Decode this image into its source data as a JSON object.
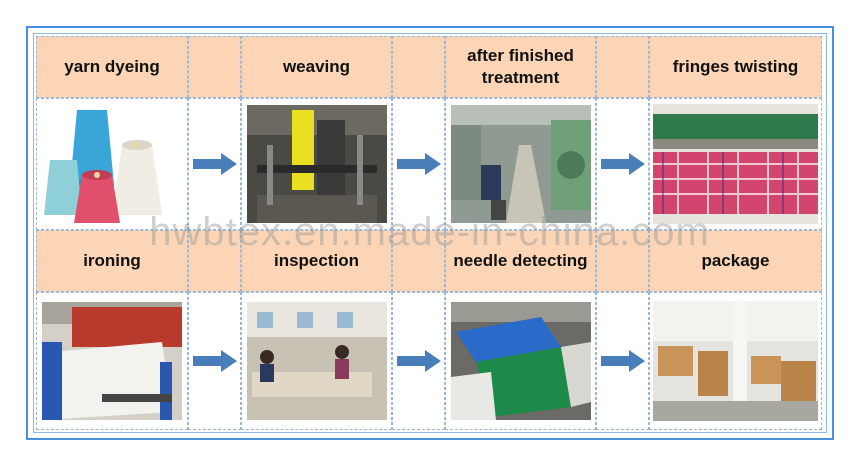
{
  "steps": [
    {
      "label": "yarn dyeing",
      "icon": "yarn-cones-photo"
    },
    {
      "label": "weaving",
      "icon": "loom-photo"
    },
    {
      "label": "after finished treatment",
      "icon": "finishing-machines-photo"
    },
    {
      "label": "fringes twisting",
      "icon": "plaid-fabric-photo"
    },
    {
      "label": "ironing",
      "icon": "ironing-machine-photo"
    },
    {
      "label": "inspection",
      "icon": "inspection-workshop-photo"
    },
    {
      "label": "needle detecting",
      "icon": "needle-detector-photo"
    },
    {
      "label": "package",
      "icon": "warehouse-boxes-photo"
    }
  ],
  "watermark": "hwbtex.en.made-in-china.com",
  "colors": {
    "header_bg": "#fbd5b5",
    "arrow": "#4a7ebb",
    "frame": "#4a90d9"
  }
}
